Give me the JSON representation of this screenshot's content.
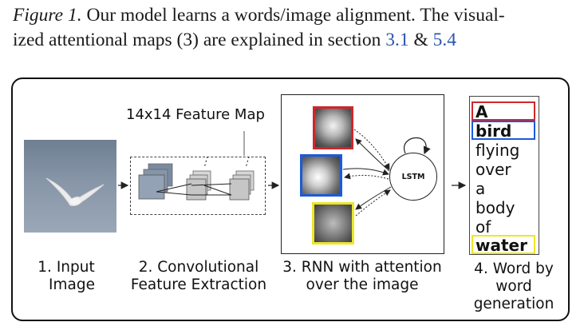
{
  "caption": {
    "figure_label": "Figure 1.",
    "line1_rest": " Our model learns a words/image alignment. The visual-",
    "line2_pre": "ized attentional maps (3) are explained in section ",
    "ref1": "3.1",
    "amp": " & ",
    "ref2": "5.4"
  },
  "diagram": {
    "feature_map_label": "14x14 Feature Map",
    "lstm_label": "LSTM",
    "words": [
      "A",
      "bird",
      "flying",
      "over",
      "a",
      "body",
      "of",
      "water"
    ],
    "steps": {
      "s1_line1": "1. Input",
      "s1_line2": "Image",
      "s2_line1": "2. Convolutional",
      "s2_line2": "Feature Extraction",
      "s3_line1": "3. RNN with attention",
      "s3_line2": "over the image",
      "s4_line1": "4. Word by",
      "s4_line2": "word",
      "s4_line3": "generation"
    },
    "colors": {
      "red": "#d0262b",
      "blue": "#1c5ad8",
      "yellow": "#ece62a",
      "link": "#2a55b0"
    }
  }
}
